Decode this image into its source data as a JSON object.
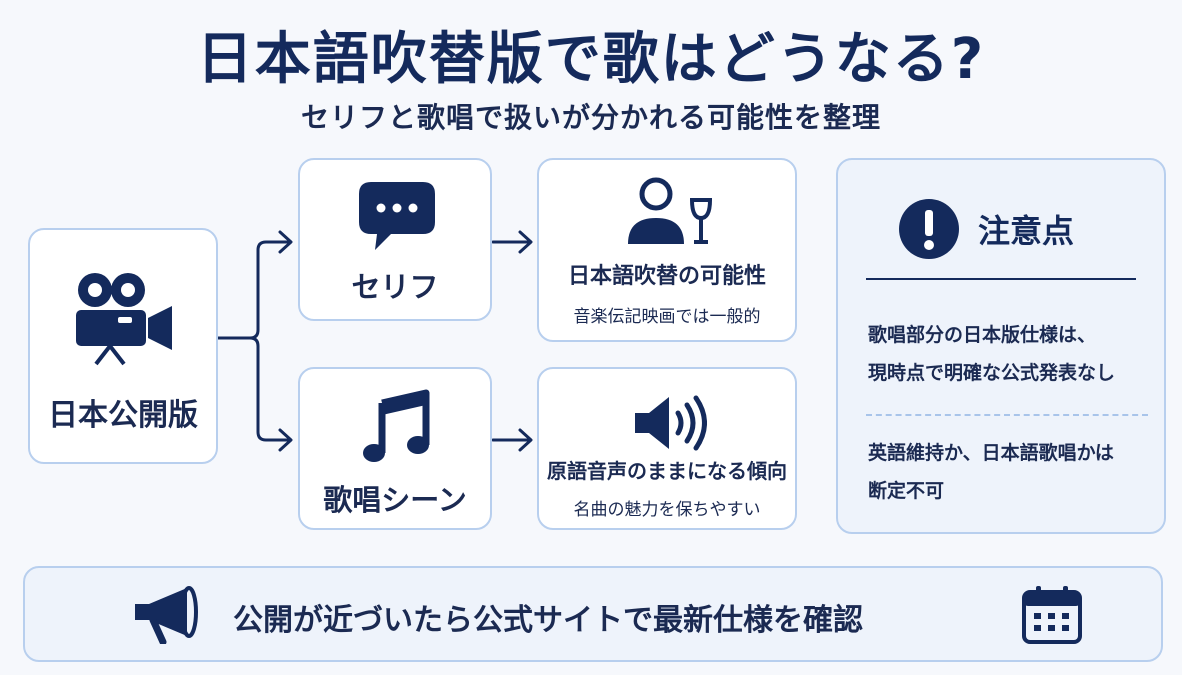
{
  "header": {
    "title": "日本語吹替版で歌はどうなる?",
    "subtitle": "セリフと歌唱で扱いが分かれる可能性を整理"
  },
  "source": {
    "label": "日本公開版",
    "icon": "movie-camera-icon"
  },
  "branches": [
    {
      "label": "セリフ",
      "icon": "speech-bubble-icon",
      "result_title": "日本語吹替の可能性",
      "result_icon": "singer-microphone-icon",
      "result_note": "音楽伝記映画では一般的"
    },
    {
      "label": "歌唱シーン",
      "icon": "music-note-icon",
      "result_title": "原語音声のままになる傾向",
      "result_icon": "speaker-icon",
      "result_note": "名曲の魅力を保ちやすい"
    }
  ],
  "caution": {
    "title": "注意点",
    "icon": "exclamation-icon",
    "point1_line1": "歌唱部分の日本版仕様は、",
    "point1_line2": "現時点で明確な公式発表なし",
    "point2_line1": "英語維持か、日本語歌唱かは",
    "point2_line2": "断定不可"
  },
  "footer": {
    "text": "公開が近づいたら公式サイトで最新仕様を確認",
    "left_icon": "megaphone-icon",
    "right_icon": "calendar-icon"
  },
  "colors": {
    "navy": "#142a5c",
    "border": "#b8cfee",
    "tint": "#eef3fb",
    "background": "#f6f8fc"
  }
}
